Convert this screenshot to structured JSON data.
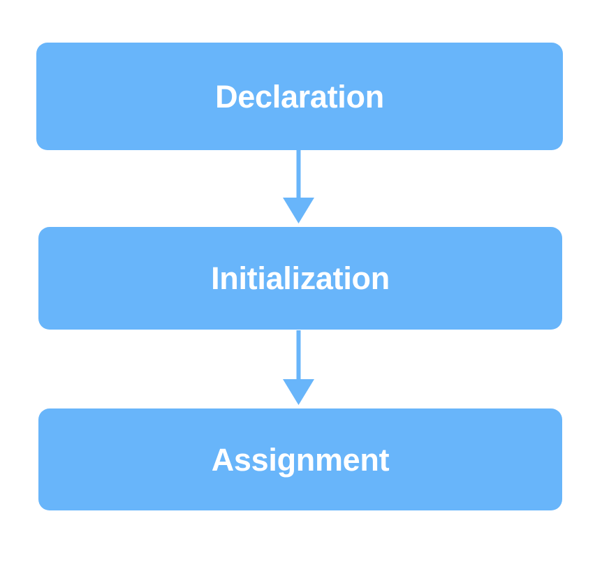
{
  "diagram": {
    "type": "flowchart",
    "orientation": "vertical",
    "background_color": "#ffffff",
    "node_color": "#68b5fa",
    "node_text_color": "#ffffff",
    "connector_color": "#68b5fa",
    "nodes": [
      {
        "id": "declaration",
        "label": "Declaration",
        "order": 1
      },
      {
        "id": "initialization",
        "label": "Initialization",
        "order": 2
      },
      {
        "id": "assignment",
        "label": "Assignment",
        "order": 3
      }
    ],
    "connectors": [
      {
        "id": "arrow-1",
        "from": "declaration",
        "to": "initialization",
        "shape": "arrow-down-icon"
      },
      {
        "id": "arrow-2",
        "from": "initialization",
        "to": "assignment",
        "shape": "arrow-down-icon"
      }
    ]
  }
}
